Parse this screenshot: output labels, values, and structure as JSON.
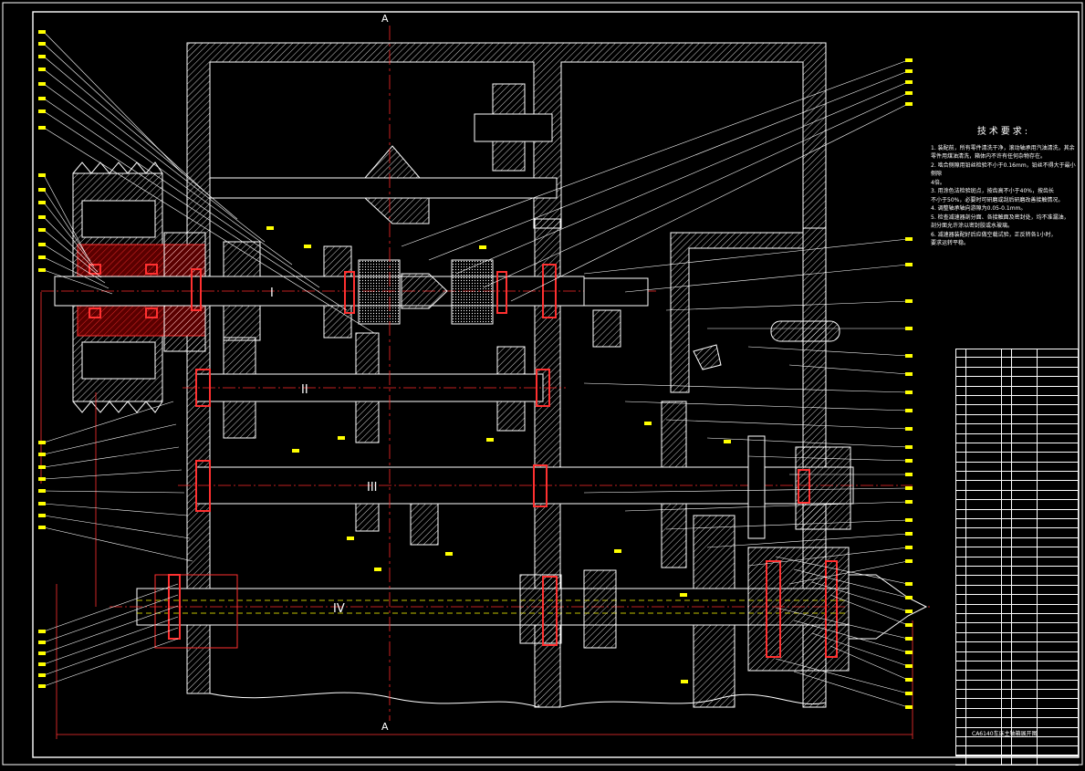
{
  "section_marks": {
    "top": "A",
    "bottom": "A"
  },
  "shaft_labels": [
    "I",
    "II",
    "III",
    "IV"
  ],
  "notes": {
    "title": "技术要求:",
    "lines": [
      "1. 装配前，所有零件清洗干净，滚动轴承用汽油清洗，其余",
      "  零件用煤油清洗，箱体内不许有任何杂物存在。",
      "2. 啮合侧隙用铅丝检验不小于0.16mm，铅丝不得大于最小侧隙",
      "  4倍。",
      "3. 用涂色法检验斑点，按齿高不小于40%，按齿长",
      "  不小于50%，必要时可研磨或刮后研磨改善接触情况。",
      "4. 调整轴承轴向游隙为0.05-0.1mm。",
      "5. 检查减速器剖分面、各接触面及密封处，均不准漏油，",
      "  剖分面允许涂以密封胶或水玻璃。",
      "6. 减速器装配好后应做空载试验，正反转各1小时，",
      "  要求运转平稳。"
    ]
  },
  "drawing_title": "CA6140车床主轴箱展开图",
  "colors": {
    "background": "#000000",
    "frame": "#ffffff",
    "centerline": "#ff2a2a",
    "leader": "#ffffff",
    "hatch": "#ffffff",
    "highlight": "#ffff00",
    "dim": "#ff3030"
  }
}
